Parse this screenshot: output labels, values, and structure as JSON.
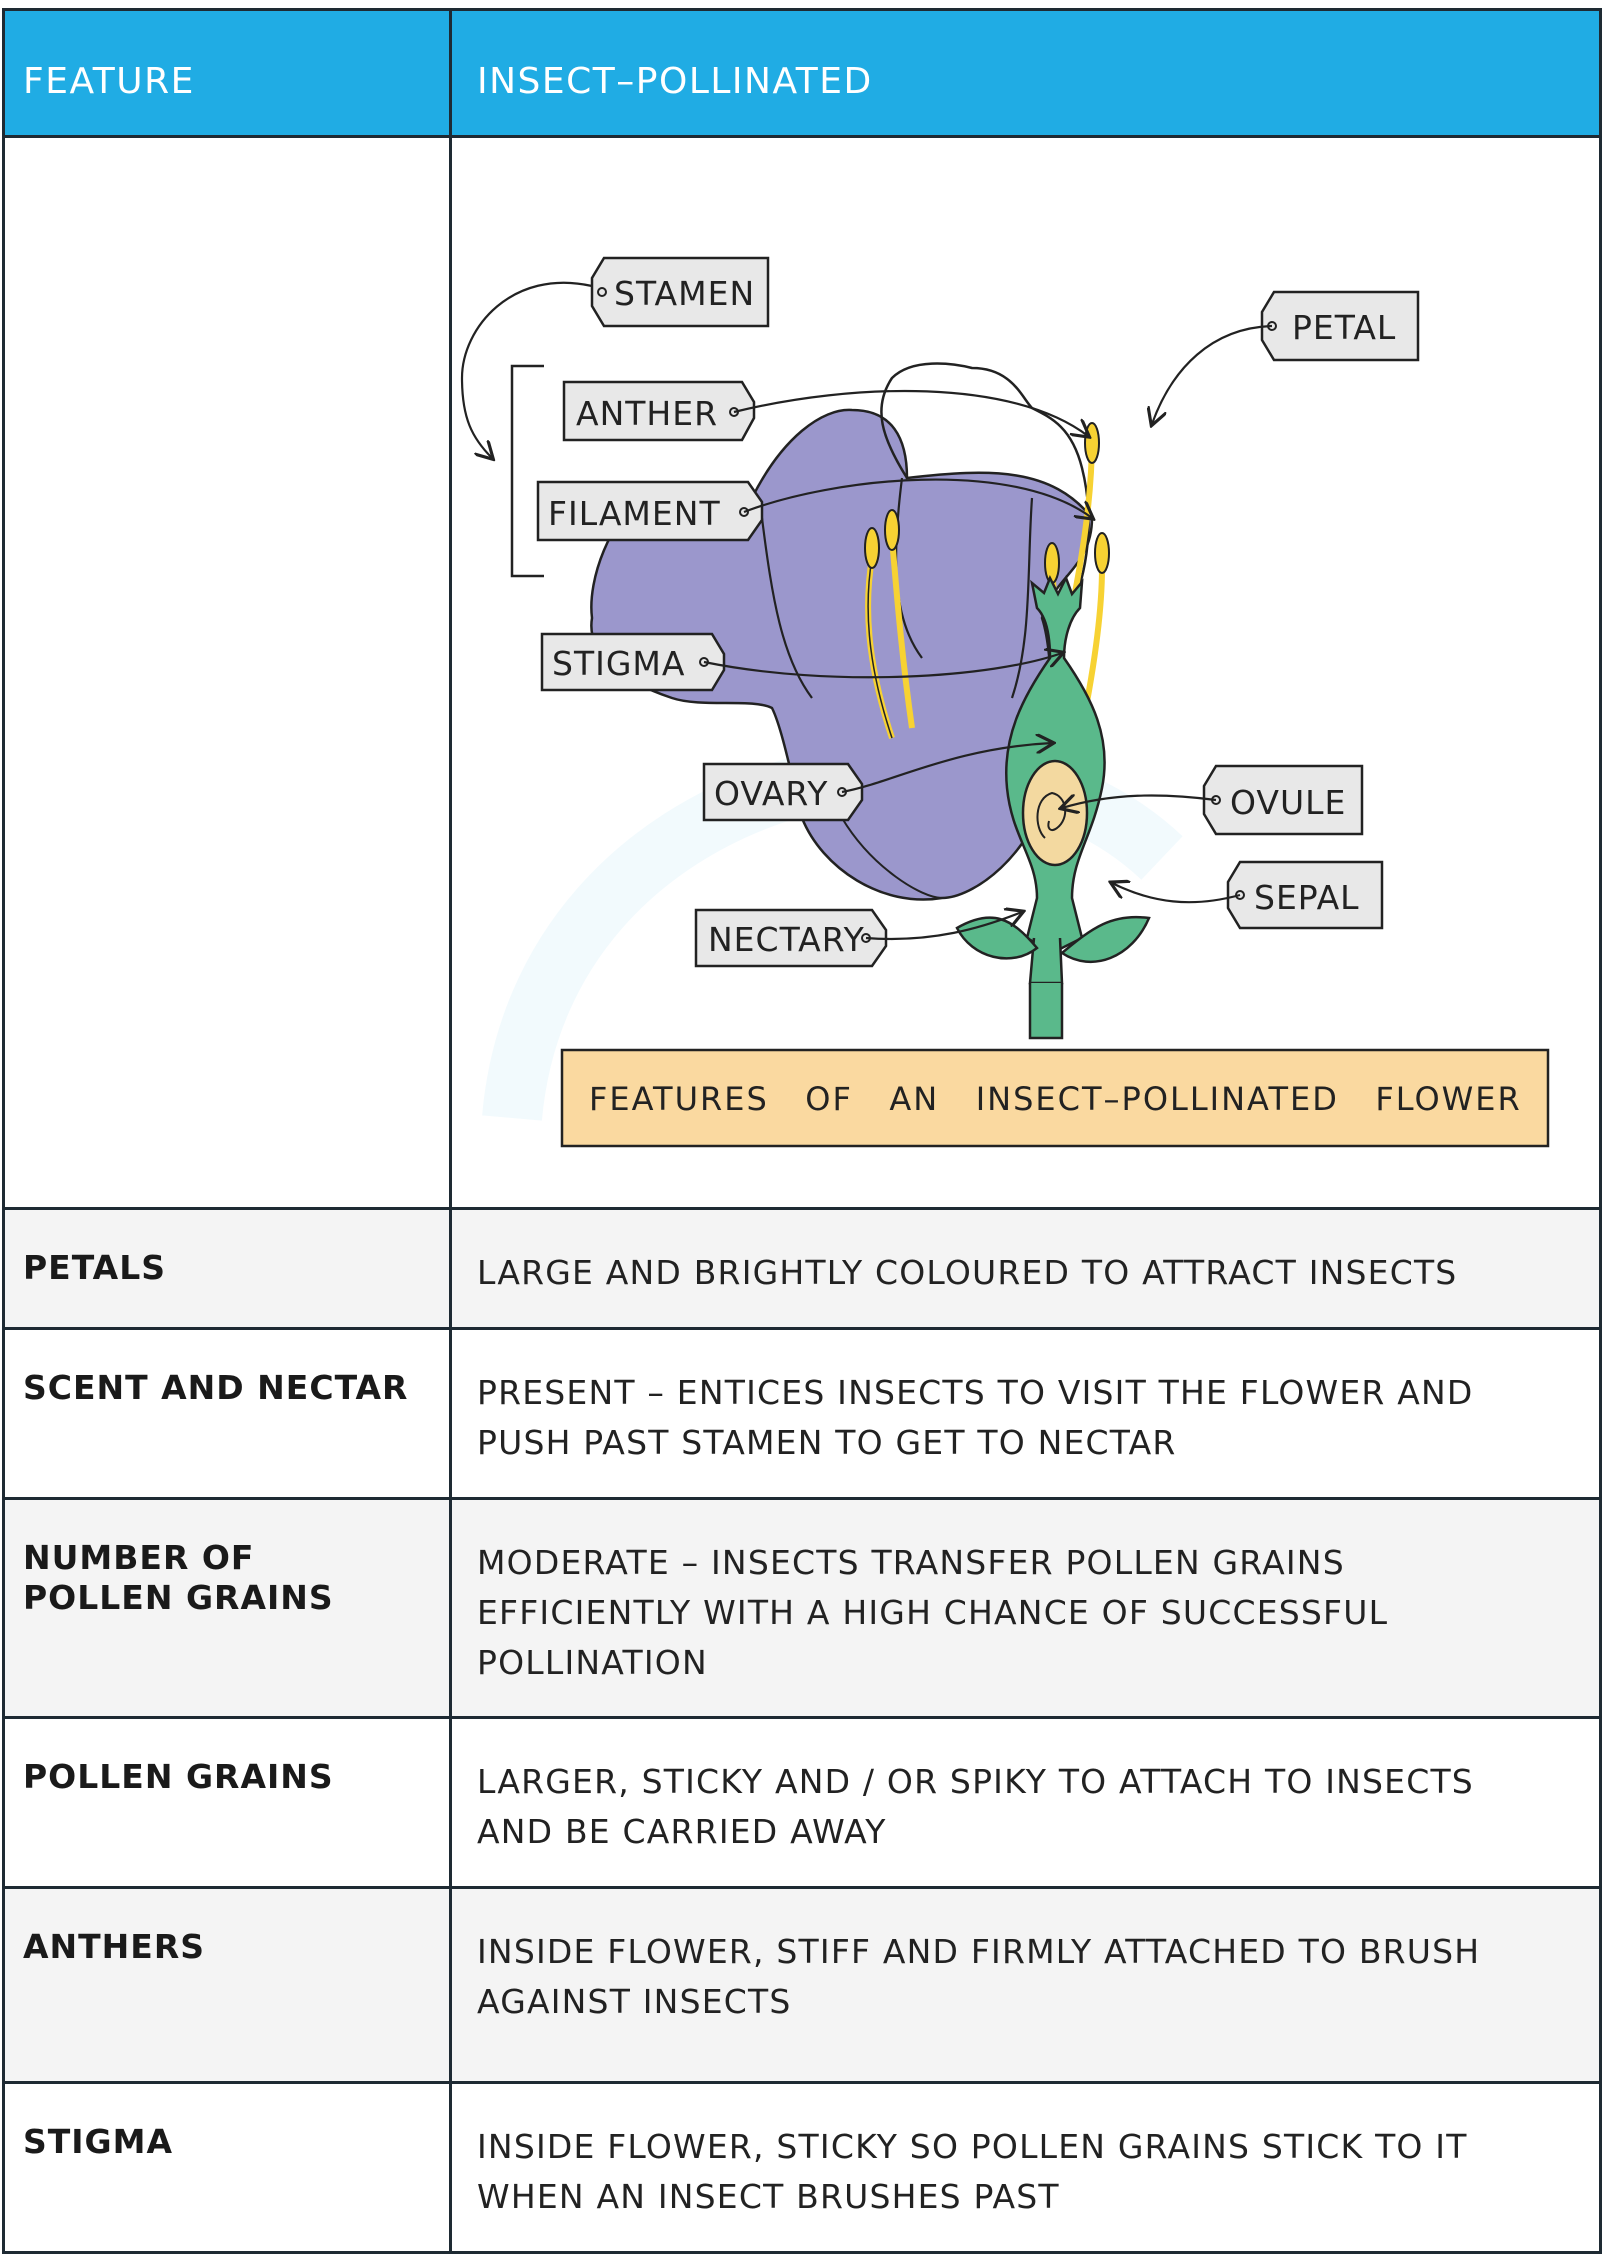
{
  "table": {
    "header": {
      "feature": "FEATURE",
      "insect": "INSECT–POLLINATED"
    },
    "diagram": {
      "labels": {
        "stamen": "STAMEN",
        "anther": "ANTHER",
        "filament": "FILAMENT",
        "stigma": "STIGMA",
        "ovary": "OVARY",
        "nectary": "NECTARY",
        "petal": "PETAL",
        "ovule": "OVULE",
        "sepal": "SEPAL"
      },
      "caption": "FEATURES   OF   AN   INSECT–POLLINATED   FLOWER",
      "colors": {
        "petal": "#9b97cc",
        "green": "#5ab98b",
        "yellow": "#f7d233",
        "ovule": "#f3d9a0",
        "label_bg": "#e8e8e8",
        "caption_bg": "#fad9a0"
      }
    },
    "rows": [
      {
        "feature": "PETALS",
        "lines": [
          "LARGE AND BRIGHTLY COLOURED TO ATTRACT INSECTS"
        ]
      },
      {
        "feature": "SCENT AND NECTAR",
        "lines": [
          "PRESENT – ENTICES INSECTS TO VISIT THE FLOWER AND",
          "PUSH PAST STAMEN TO GET TO NECTAR"
        ]
      },
      {
        "feature": "NUMBER OF POLLEN GRAINS",
        "lines": [
          "MODERATE – INSECTS TRANSFER POLLEN GRAINS",
          "EFFICIENTLY WITH A HIGH CHANCE OF SUCCESSFUL",
          "POLLINATION"
        ]
      },
      {
        "feature": "POLLEN GRAINS",
        "lines": [
          "LARGER, STICKY AND / OR SPIKY TO ATTACH TO INSECTS",
          "AND BE CARRIED AWAY"
        ]
      },
      {
        "feature": "ANTHERS",
        "lines": [
          "INSIDE FLOWER, STIFF AND FIRMLY ATTACHED TO BRUSH",
          "AGAINST INSECTS"
        ]
      },
      {
        "feature": "STIGMA",
        "lines": [
          "INSIDE FLOWER, STICKY SO POLLEN GRAINS STICK TO IT",
          "WHEN AN INSECT BRUSHES PAST"
        ]
      }
    ]
  }
}
